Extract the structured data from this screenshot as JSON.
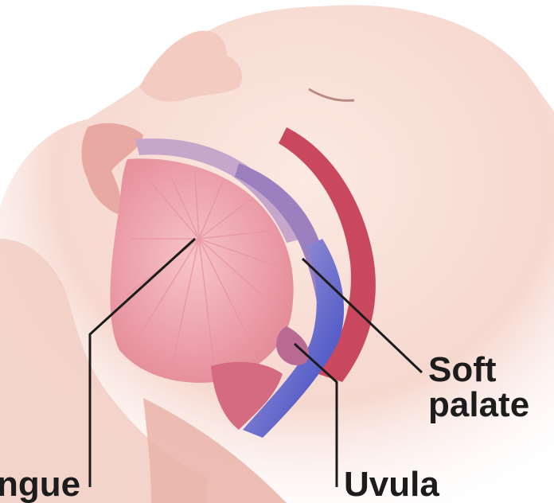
{
  "labels": {
    "tongue": "ngue",
    "uvula": "Uvula",
    "soft_palate_line1": "Soft",
    "soft_palate_line2": "palate"
  },
  "colors": {
    "skin": "#f6d8cf",
    "skin_shadow": "#e9b3a8",
    "tongue": "#f1a7b0",
    "tongue_dark": "#d9808f",
    "palate_purple": "#9b7fbf",
    "airway_blue": "#3f56c9",
    "tissue_red": "#c9485e",
    "leader_line": "#1c1c1c",
    "background": "#ffffff"
  }
}
